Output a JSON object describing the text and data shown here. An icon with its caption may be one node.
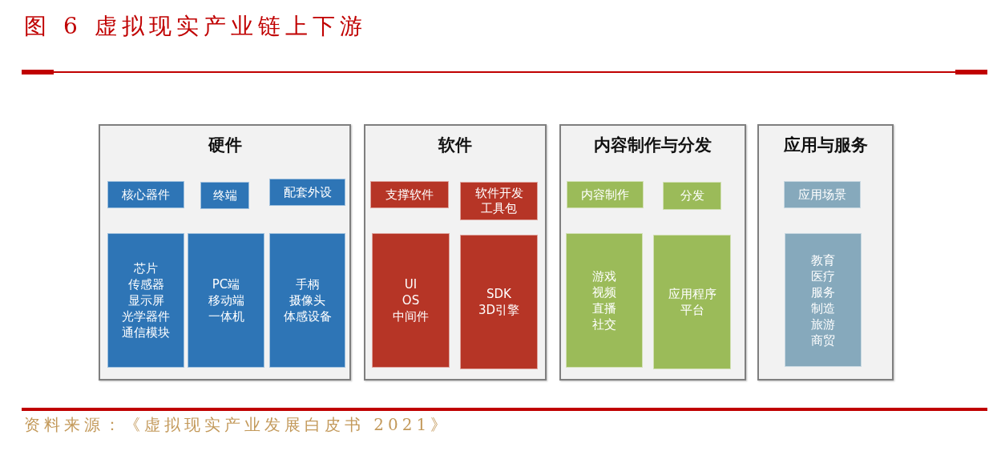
{
  "diagram": {
    "title": "图 6 虚拟现实产业链上下游",
    "caption": "资料来源：《虚拟现实产业发展白皮书 2021》",
    "nodes": [
      {
        "text": [
          "硬件"
        ]
      },
      {
        "text": [
          "核心器件"
        ],
        "in": 0
      },
      {
        "text": [
          "终端"
        ],
        "in": 0
      },
      {
        "text": [
          "配套外设"
        ],
        "in": 0
      },
      {
        "text": [
          "芯片",
          "传感器",
          "显示屏",
          "光学器件",
          "通信模块"
        ],
        "in": 0
      },
      {
        "text": [
          "PC端",
          "移动端",
          "一体机"
        ],
        "in": 0
      },
      {
        "text": [
          "手柄",
          "摄像头",
          "体感设备"
        ],
        "in": 0
      },
      {
        "text": [
          "软件"
        ]
      },
      {
        "text": [
          "支撑软件"
        ],
        "in": 7
      },
      {
        "text": [
          "软件开发工具包"
        ],
        "in": 7
      },
      {
        "text": [
          "UI",
          "OS",
          "中间件"
        ],
        "in": 7
      },
      {
        "text": [
          "SDK",
          "3D引擎"
        ],
        "in": 7
      },
      {
        "text": [
          "内容制作与分发"
        ]
      },
      {
        "text": [
          "内容制作"
        ],
        "in": 12
      },
      {
        "text": [
          "分发"
        ],
        "in": 12
      },
      {
        "text": [
          "游戏",
          "视频",
          "直播",
          "社交"
        ],
        "in": 12
      },
      {
        "text": [
          "应用程序",
          "平台"
        ],
        "in": 12
      },
      {
        "text": [
          "应用与服务"
        ]
      },
      {
        "text": [
          "应用场景"
        ],
        "in": 17
      },
      {
        "text": [
          "教育",
          "医疗",
          "服务",
          "制造",
          "旅游",
          "商贸"
        ],
        "in": 17
      }
    ]
  }
}
